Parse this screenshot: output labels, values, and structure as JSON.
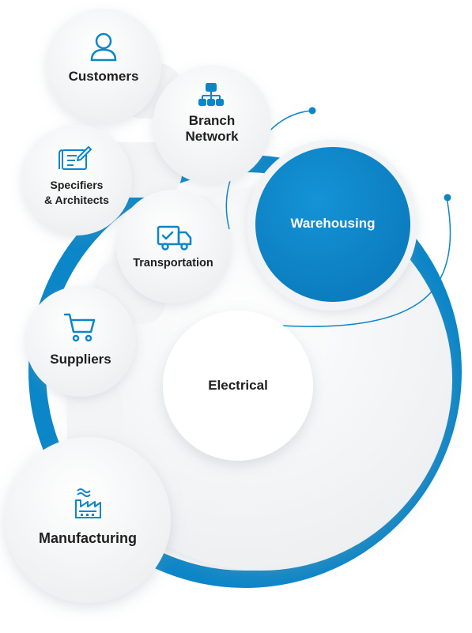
{
  "nodes": {
    "customers": {
      "label": "Customers",
      "icon": "person-icon"
    },
    "branch_network": {
      "label_line1": "Branch",
      "label_line2": "Network",
      "icon": "hierarchy-icon"
    },
    "specifiers": {
      "label_line1": "Specifiers",
      "label_line2": "& Architects",
      "icon": "blueprint-icon"
    },
    "transportation": {
      "label": "Transportation",
      "icon": "truck-icon"
    },
    "warehousing": {
      "label": "Warehousing"
    },
    "suppliers": {
      "label": "Suppliers",
      "icon": "shopping-cart-icon"
    },
    "electrical": {
      "label": "Electrical"
    },
    "manufacturing": {
      "label": "Manufacturing",
      "icon": "factory-icon"
    }
  },
  "colors": {
    "accent": "#0b86c8",
    "accent_dark": "#0a6fa8",
    "bubble": "#f3f4f5",
    "text": "#1f1f1f",
    "white": "#ffffff"
  }
}
